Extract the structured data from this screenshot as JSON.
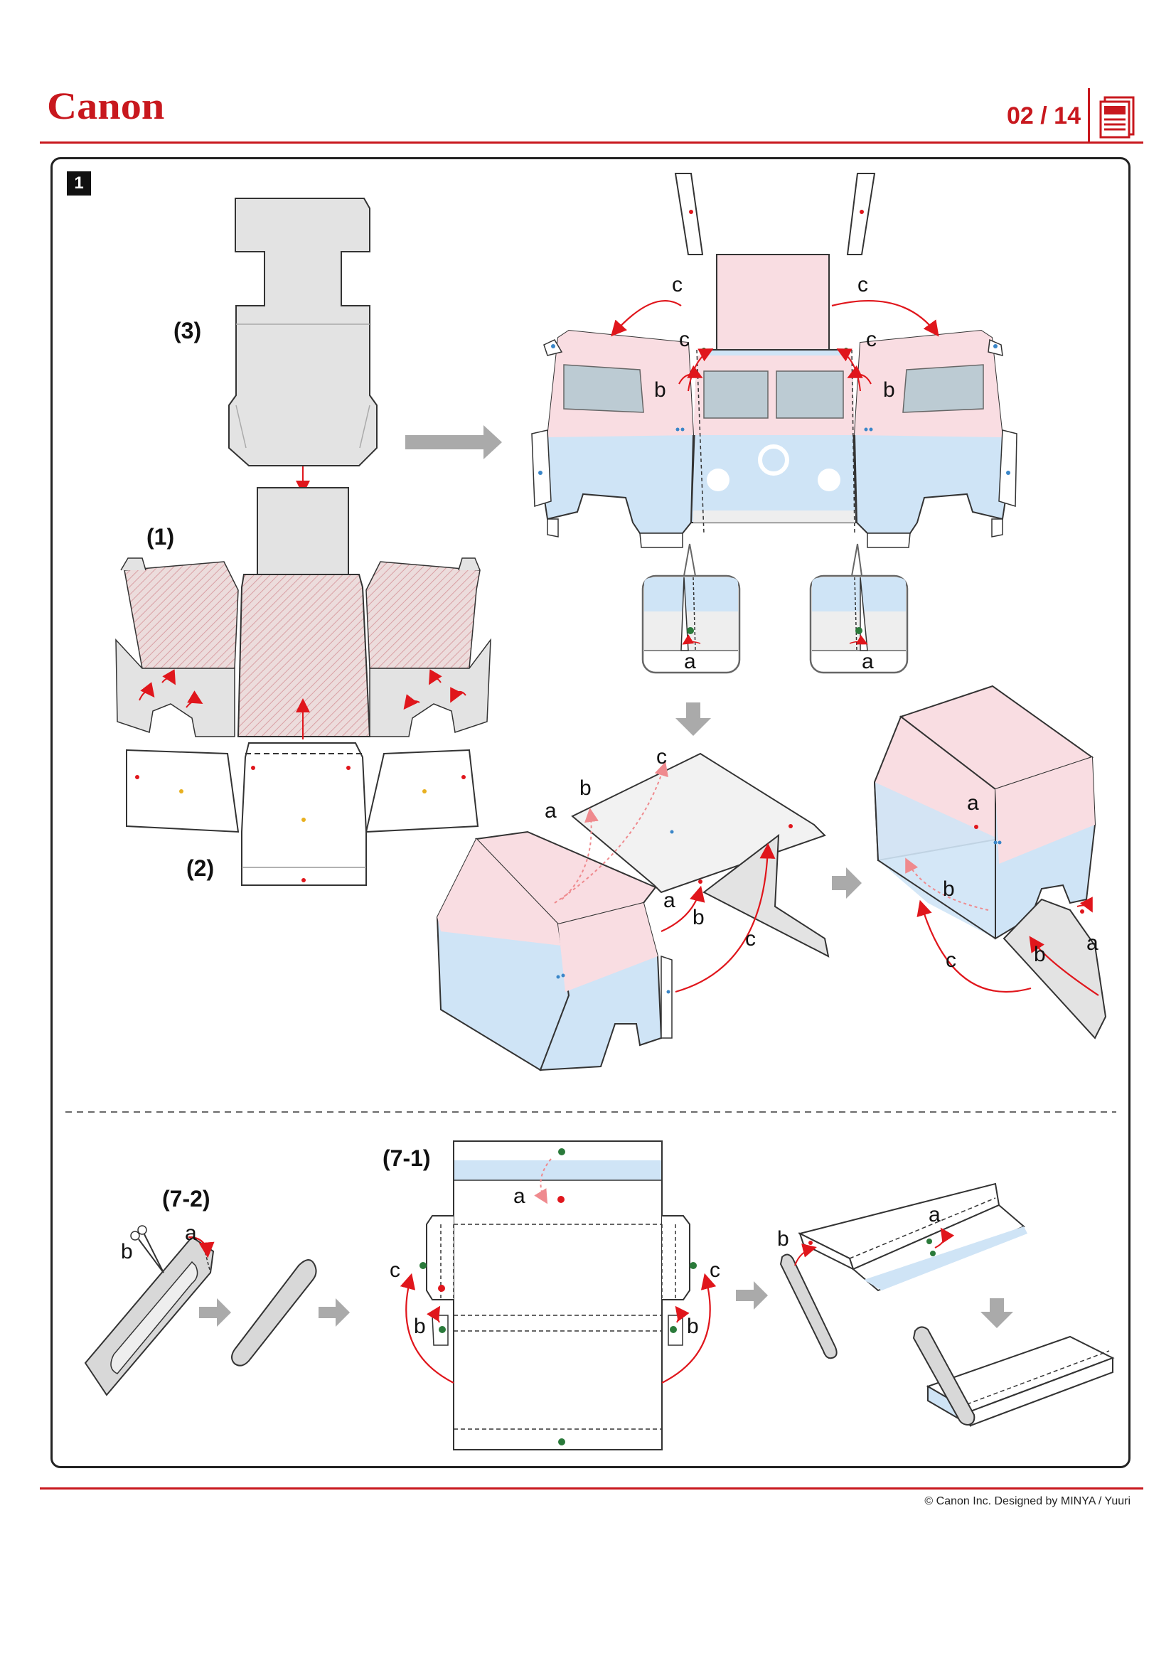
{
  "header": {
    "brand": "Canon",
    "page_number": "02 / 14"
  },
  "step": {
    "number": "1"
  },
  "labels": {
    "part3": "(3)",
    "part1": "(1)",
    "part2": "(2)",
    "part7_1": "(7-1)",
    "part7_2": "(7-2)",
    "a": "a",
    "b": "b",
    "c": "c"
  },
  "footer": {
    "copyright": "© Canon Inc. Designed by MINYA / Yuuri"
  },
  "colors": {
    "brand_red": "#c8181e",
    "pink": "#f9dde2",
    "light_blue": "#cfe4f6",
    "gray_part": "#e3e3e3",
    "window": "#bccbd3",
    "arrow_gray": "#aaaaaa",
    "dot_green": "#2a7a3a",
    "dot_blue": "#3a86c8",
    "dot_yellow": "#e8b020"
  },
  "icons": {
    "logo": "canon-logo",
    "document": "document-icon",
    "scissors": "scissors-icon"
  }
}
